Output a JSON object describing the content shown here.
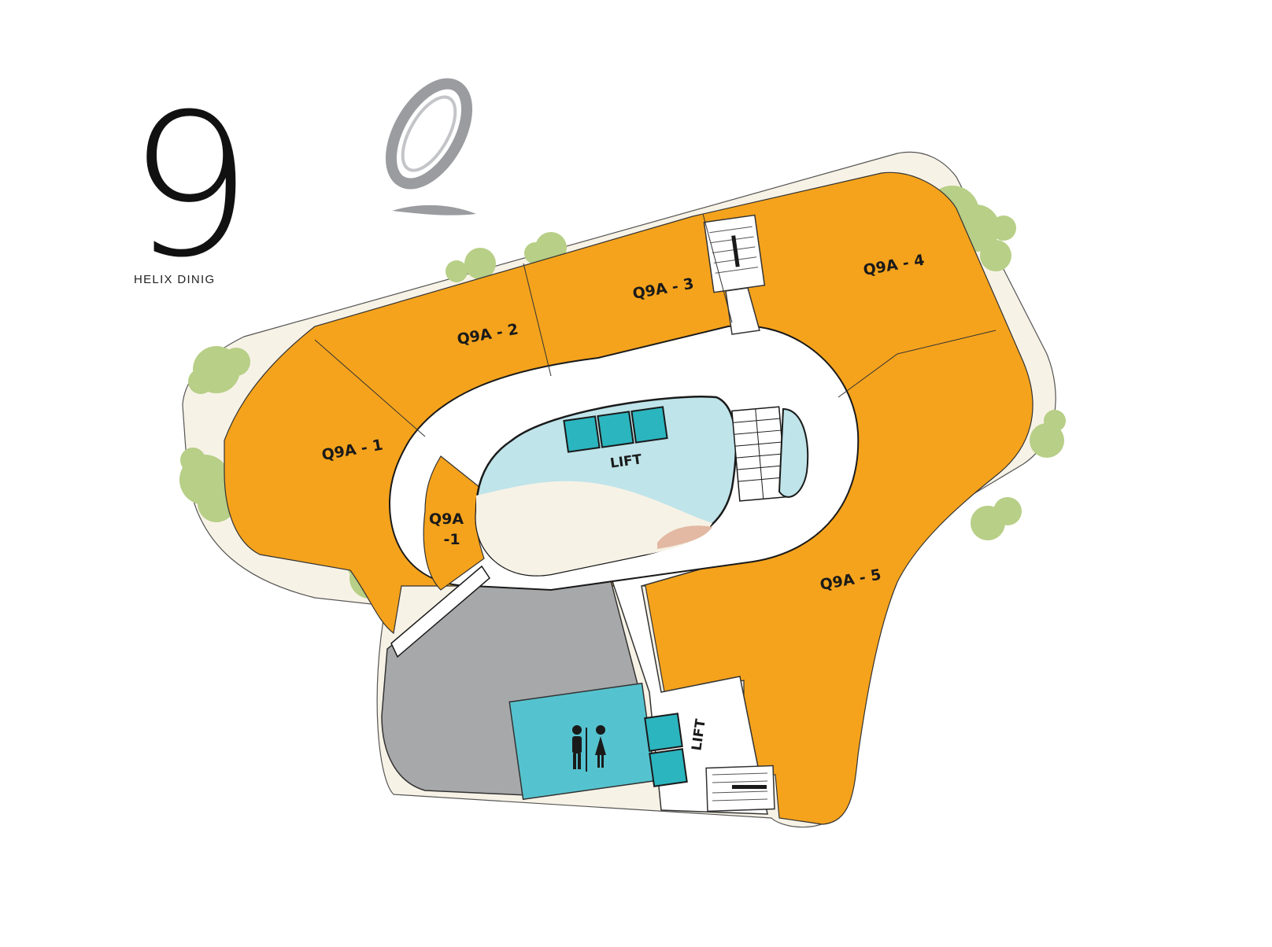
{
  "brand": {
    "number": "9",
    "caption": "HELIX DINIG",
    "logo_icon": "q-script-logo-icon"
  },
  "units": [
    {
      "id": "Q9A - 1",
      "lines": [
        "Q9A - 1"
      ]
    },
    {
      "id": "Q9A - 2",
      "lines": [
        "Q9A - 2"
      ]
    },
    {
      "id": "Q9A - 3",
      "lines": [
        "Q9A - 3"
      ]
    },
    {
      "id": "Q9A - 4",
      "lines": [
        "Q9A - 4"
      ]
    },
    {
      "id": "Q9A - 5",
      "lines": [
        "Q9A - 5"
      ]
    },
    {
      "id": "Q9A -1",
      "lines": [
        "Q9A",
        "-1"
      ]
    }
  ],
  "facilities": {
    "lift_atrium": "LIFT",
    "lift_lower": "LIFT",
    "restroom_icon": "restroom-icon",
    "stairs_icon": "stairs-icon",
    "escalator_icon": "escalator-icon"
  },
  "colors": {
    "unit_fill": "#F5A31C",
    "corridor": "#FFFFFF",
    "terrace": "#F7F2E6",
    "atrium_water": "#BFE4EA",
    "service_area": "#A7A8AA",
    "restroom": "#55C3CF",
    "lift_cab": "#2BB5BF",
    "greenery": "#B7CF86"
  }
}
